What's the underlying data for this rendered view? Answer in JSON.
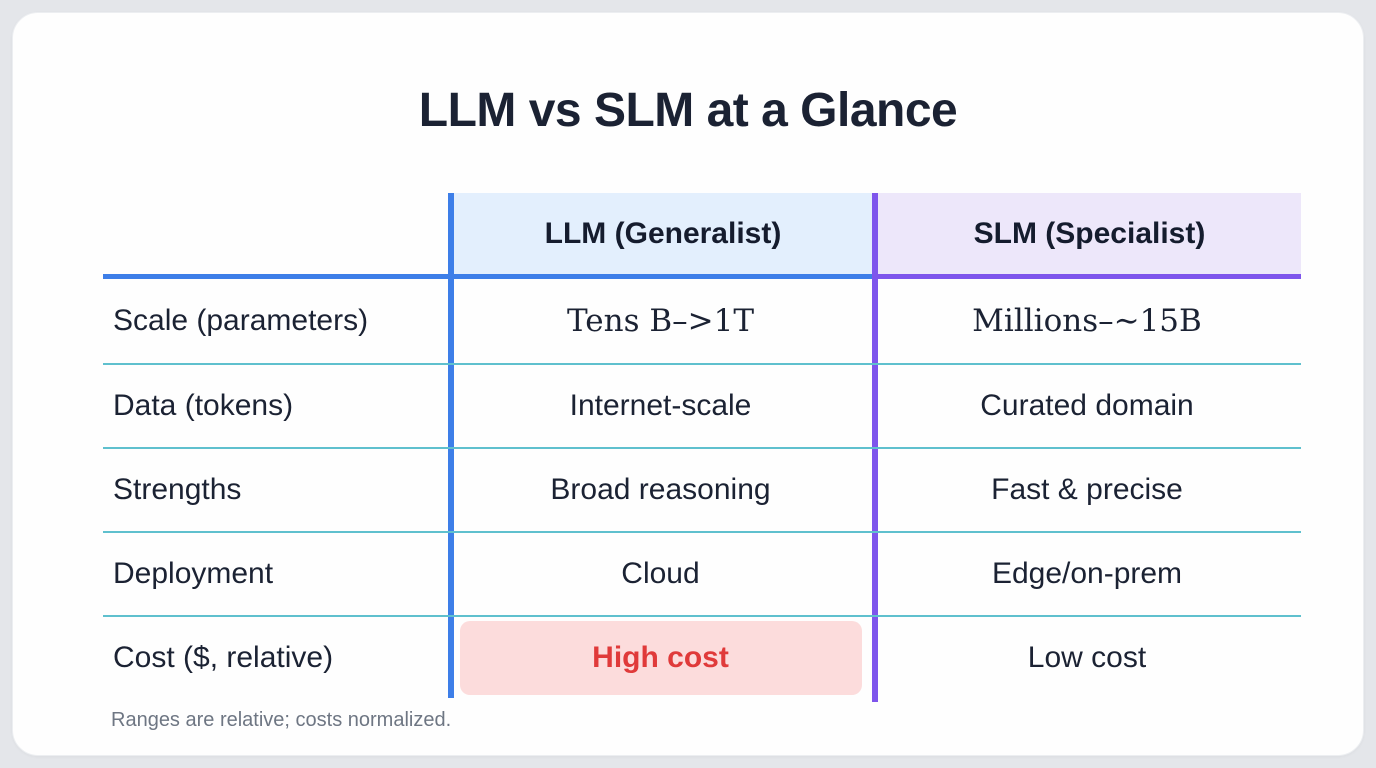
{
  "title": "LLM vs SLM at a Glance",
  "table": {
    "header": {
      "llm": "LLM (Generalist)",
      "slm": "SLM (Specialist)"
    },
    "rows": [
      {
        "label": "Scale (parameters)",
        "llm": "Tens B–>1T",
        "slm": "Millions–∼15B",
        "value_style": "serif",
        "llm_highlight": false
      },
      {
        "label": "Data (tokens)",
        "llm": "Internet-scale",
        "slm": "Curated domain",
        "value_style": "sans",
        "llm_highlight": false
      },
      {
        "label": "Strengths",
        "llm": "Broad reasoning",
        "slm": "Fast & precise",
        "value_style": "sans",
        "llm_highlight": false
      },
      {
        "label": "Deployment",
        "llm": "Cloud",
        "slm": "Edge/on-prem",
        "value_style": "sans",
        "llm_highlight": false
      },
      {
        "label": "Cost ($, relative)",
        "llm": "High cost",
        "slm": "Low cost",
        "value_style": "sans",
        "llm_highlight": true
      }
    ]
  },
  "footnote": "Ranges are relative; costs normalized.",
  "colors": {
    "llm_accent": "#3d7ee8",
    "slm_accent": "#7e55ec",
    "llm_header_bg": "#e3effd",
    "slm_header_bg": "#ede7fa",
    "row_divider": "#5fc0ce",
    "highlight_bg": "#fcdcdc",
    "highlight_text": "#e03a3a",
    "text": "#1b2233",
    "muted_text": "#6e7683",
    "page_bg": "#e4e6ea",
    "card_bg": "#fefefe"
  }
}
